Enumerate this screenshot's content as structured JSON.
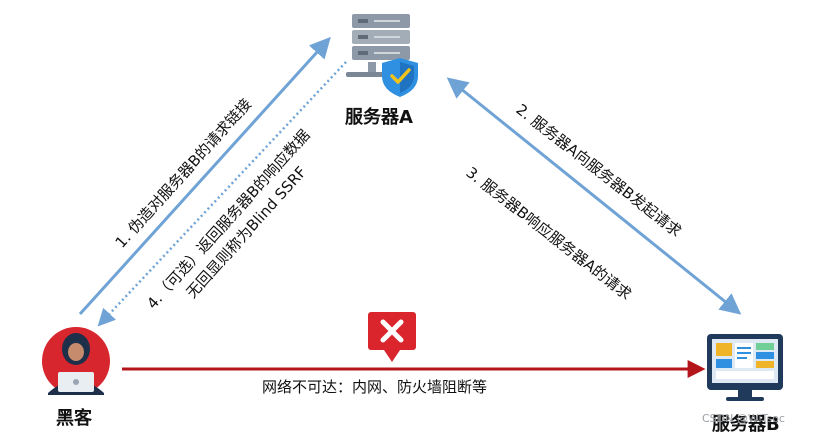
{
  "nodes": {
    "server_a": {
      "label": "服务器A",
      "icon": "server-rack-shield-icon"
    },
    "server_b": {
      "label": "服务器B",
      "icon": "monitor-dashboard-icon"
    },
    "hacker": {
      "label": "黑客",
      "icon": "hacker-avatar-icon"
    }
  },
  "edges": {
    "step1": "1. 伪造对服务器B的请求链接",
    "step2": "2. 服务器A向服务器B发起请求",
    "step3": "3. 服务器B响应服务器A的请求",
    "step4_line1": "4.（可选）返回服务器B的响应数据",
    "step4_line2": "无回显则称为Blind SSRF",
    "blocked": "网络不可达：内网、防火墙阻断等"
  },
  "watermark": "CSDN @WiTsoc",
  "colors": {
    "arrow_blue": "#6fa3d6",
    "arrow_red": "#b3151b",
    "block_red": "#d9252b"
  }
}
